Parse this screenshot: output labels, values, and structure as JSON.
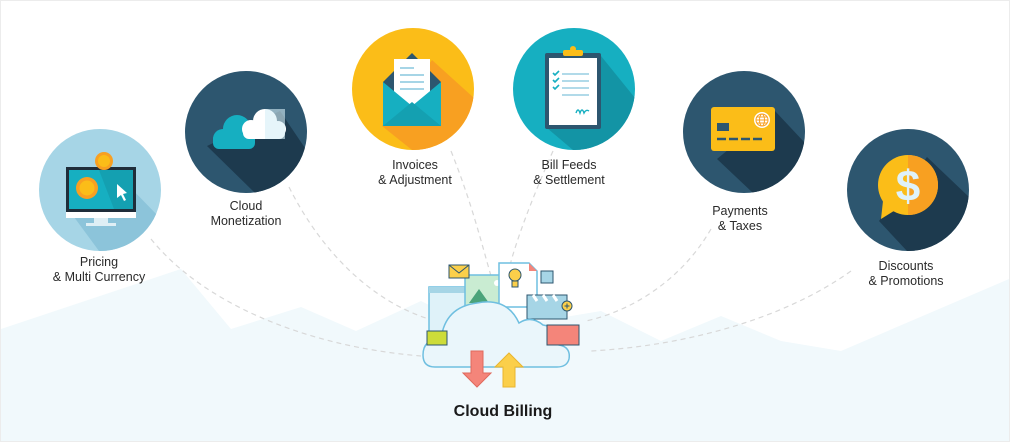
{
  "diagram": {
    "center": {
      "label": "Cloud Billing",
      "icon": "cloud-billing-illustration"
    },
    "nodes": [
      {
        "id": "pricing",
        "line1": "Pricing",
        "line2": "& Multi Currency",
        "icon": "monitor-coins-icon",
        "circle_color": "#a6d5e6"
      },
      {
        "id": "cloud",
        "line1": "Cloud",
        "line2": "Monetization",
        "icon": "cloud-icon",
        "circle_color": "#2d566f"
      },
      {
        "id": "invoices",
        "line1": "Invoices",
        "line2": "& Adjustment",
        "icon": "envelope-letter-icon",
        "circle_color": "#fbbd18"
      },
      {
        "id": "billfeeds",
        "line1": "Bill Feeds",
        "line2": "& Settlement",
        "icon": "clipboard-checklist-icon",
        "circle_color": "#16afc1"
      },
      {
        "id": "payments",
        "line1": "Payments",
        "line2": "& Taxes",
        "icon": "credit-card-icon",
        "circle_color": "#2d566f"
      },
      {
        "id": "discounts",
        "line1": "Discounts",
        "line2": "& Promotions",
        "icon": "dollar-speech-bubble-icon",
        "circle_color": "#2d566f"
      }
    ],
    "colors": {
      "background_mountains": "#f1f9fc",
      "connector": "#d6d6d6",
      "dark_navy": "#2d566f",
      "yellow": "#fbbd18",
      "orange": "#f8a021",
      "teal": "#16afc1"
    }
  }
}
